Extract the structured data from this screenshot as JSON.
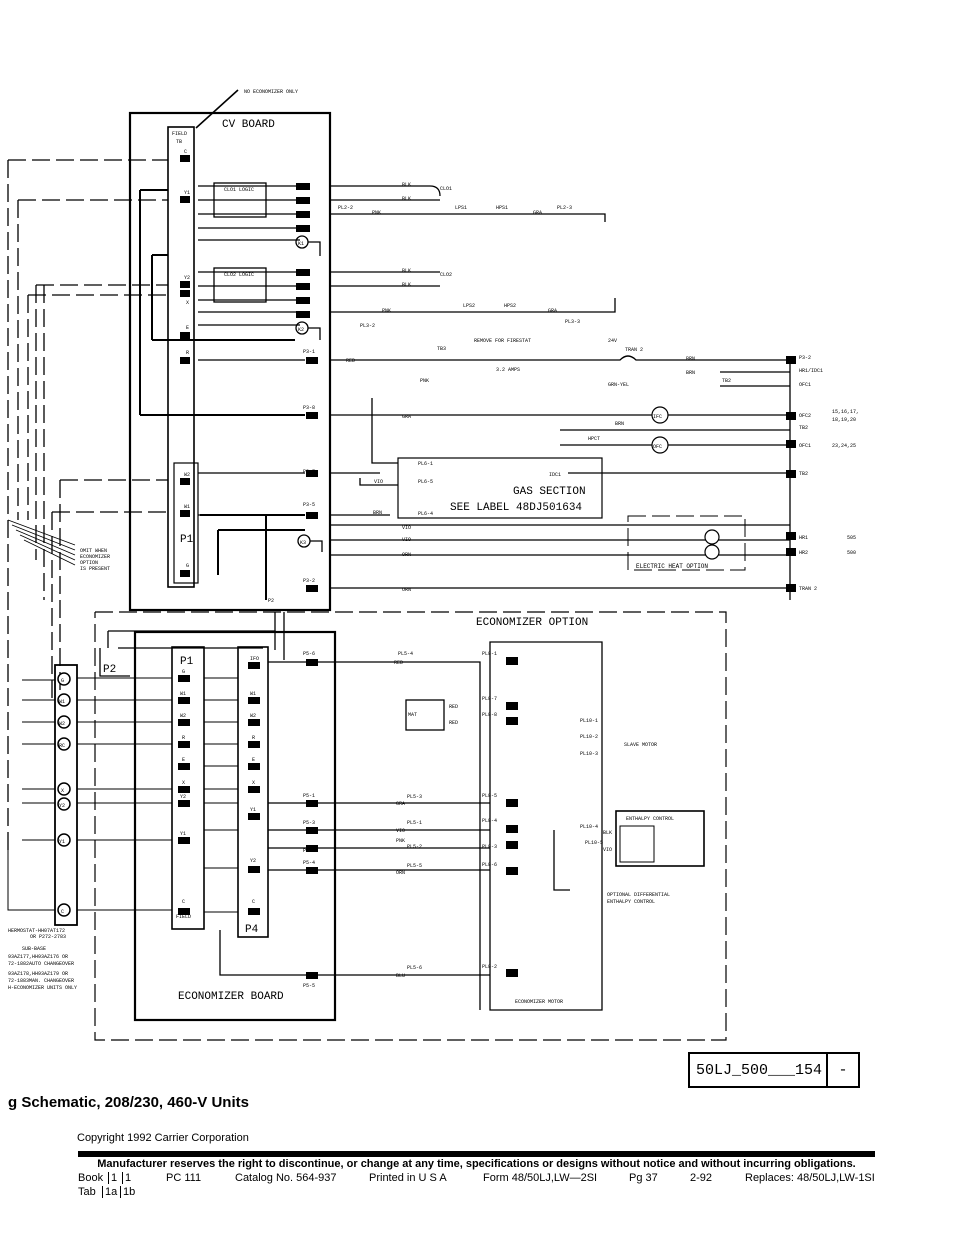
{
  "diagram": {
    "cv_board": "CV BOARD",
    "field_tb": "FIELD",
    "field_tb2": "TB",
    "p1": "P1",
    "p2": "P2",
    "p4": "P4",
    "clo1_logic": "CLO1 LOGIC",
    "clo2_logic": "CLO2 LOGIC",
    "no_economizer": "NO ECONOMIZER ONLY",
    "clo1": "CLO1",
    "clo2": "CLO2",
    "lps1": "LPS1",
    "hps1": "HPS1",
    "lps2": "LPS2",
    "hps2": "HPS2",
    "remove_firestat": "REMOVE FOR FIRESTAT",
    "amps": "3.2 AMPS",
    "tran2": "TRAN 2",
    "v24": "24V",
    "gas_section": "GAS SECTION",
    "see_label": "SEE LABEL 48DJ501634",
    "electric_heat": "ELECTRIC HEAT OPTION",
    "economizer_option": "ECONOMIZER OPTION",
    "economizer_board": "ECONOMIZER BOARD",
    "economizer_motor": "ECONOMIZER MOTOR",
    "enthalpy_control": "ENTHALPY CONTROL",
    "slave_motor": "SLAVE MOTOR",
    "optional_diff": "OPTIONAL DIFFERENTIAL",
    "optional_diff2": "ENTHALPY CONTROL",
    "omit_when": "OMIT WHEN",
    "omit_when2": "ECONOMIZER",
    "omit_when3": "OPTION",
    "omit_when4": "IS PRESENT",
    "thermostat": "HERMOSTAT-HH07AT172",
    "thermostat2": "OR P272-2783",
    "subbase": "SUB-BASE",
    "subbase2": "93AZ177,HH93AZ176 OR",
    "subbase3": "72-1882AUTO CHANGEOVER",
    "subbase4": "93AZ178,HH93AZ179 OR",
    "subbase5": "72-1883MAN. CHANGEOVER",
    "subbase6": "H-ECONOMIZER UNITS ONLY",
    "pins_field": [
      "C",
      "Y1",
      "Y2",
      "X",
      "E",
      "R",
      "W2",
      "W1",
      "G"
    ],
    "tstat": [
      "G",
      "W1",
      "W2",
      "RC",
      "X",
      "Y2",
      "Y1",
      "C"
    ],
    "econ_pins": [
      "G",
      "W1",
      "W2",
      "R",
      "E",
      "X",
      "Y2",
      "Y1",
      "C"
    ],
    "econ_pins_right": [
      "IFO",
      "W1",
      "W2",
      "R",
      "E",
      "X",
      "Y1",
      "Y2",
      "C"
    ],
    "wire_labels": {
      "blk": "BLK",
      "pnk": "PNK",
      "gra": "GRA",
      "red": "RED",
      "brn": "BRN",
      "vio": "VIO",
      "orn": "ORN",
      "blu": "BLU",
      "grn_yel": "GRN-YEL"
    },
    "plugs": {
      "pl22": "PL2-2",
      "pl23": "PL2-3",
      "pl32": "PL3-2",
      "pl33": "PL3-3",
      "p31": "P3-1",
      "p38": "P3-8",
      "p37": "P3-7",
      "p35": "P3-5",
      "p32": "P3-2",
      "pl61": "PL6-1",
      "pl65": "PL6-5",
      "pl64": "PL6-4",
      "p56": "P5-6",
      "p51": "P5-1",
      "p53": "P5-3",
      "p52": "P5-2",
      "p54": "P5-4",
      "p55": "P5-5",
      "pl54": "PL5-4",
      "pl53": "PL5-3",
      "pl51": "PL5-1",
      "pl52": "PL5-2",
      "pl55": "PL5-5",
      "pl56": "PL5-6",
      "pl81": "PL8-1",
      "pl87": "PL8-7",
      "pl88": "PL8-8",
      "pl85": "PL8-5",
      "pl84": "PL8-4",
      "pl83": "PL8-3",
      "pl86": "PL8-6",
      "pl82": "PL8-2",
      "pl101": "PL10-1",
      "pl102": "PL10-2",
      "pl103": "PL10-3",
      "pl104": "PL10-4",
      "pl105": "PL10-5"
    },
    "components": {
      "k1": "K1",
      "k2": "K2",
      "k3": "K3",
      "tb2": "TB2",
      "tb3": "TB3",
      "ifc": "IFC",
      "ofc": "OFC",
      "hpct": "HPCT",
      "idc1": "IDC1",
      "hr1": "HR1",
      "hr2": "HR2",
      "mat": "MAT",
      "p32r": "P3-2",
      "hr1idc1": "HR1/IDC1",
      "ofc1": "OFC1",
      "ofc2": "OFC2",
      "ofc1b": "OFC1",
      "tb2b": "TB2",
      "tb2c": "TB2",
      "tran2b": "TRAN 2",
      "n15": "15,16,17,",
      "n18": "18,19,20",
      "n23": "23,24,25",
      "n505": "505",
      "n500": "500"
    }
  },
  "drawing_number": "50LJ_500___154",
  "drawing_rev": "-",
  "page_title": "g Schematic, 208/230, 460-V Units",
  "copyright": "Copyright 1992 Carrier Corporation",
  "disclaimer": "Manufacturer reserves the right to discontinue, or change at any time, specifications or designs without notice and without incurring obligations.",
  "footer": {
    "book": "Book",
    "book_1": "1",
    "book_2": "1",
    "tab": "Tab",
    "tab_1": "1a",
    "tab_2": "1b",
    "pc": "PC 111",
    "catalog": "Catalog No. 564-937",
    "printed": "Printed in U S A",
    "form": "Form 48/50LJ,LW—2SI",
    "pg": "Pg 37",
    "date": "2-92",
    "replaces": "Replaces: 48/50LJ,LW-1SI"
  }
}
